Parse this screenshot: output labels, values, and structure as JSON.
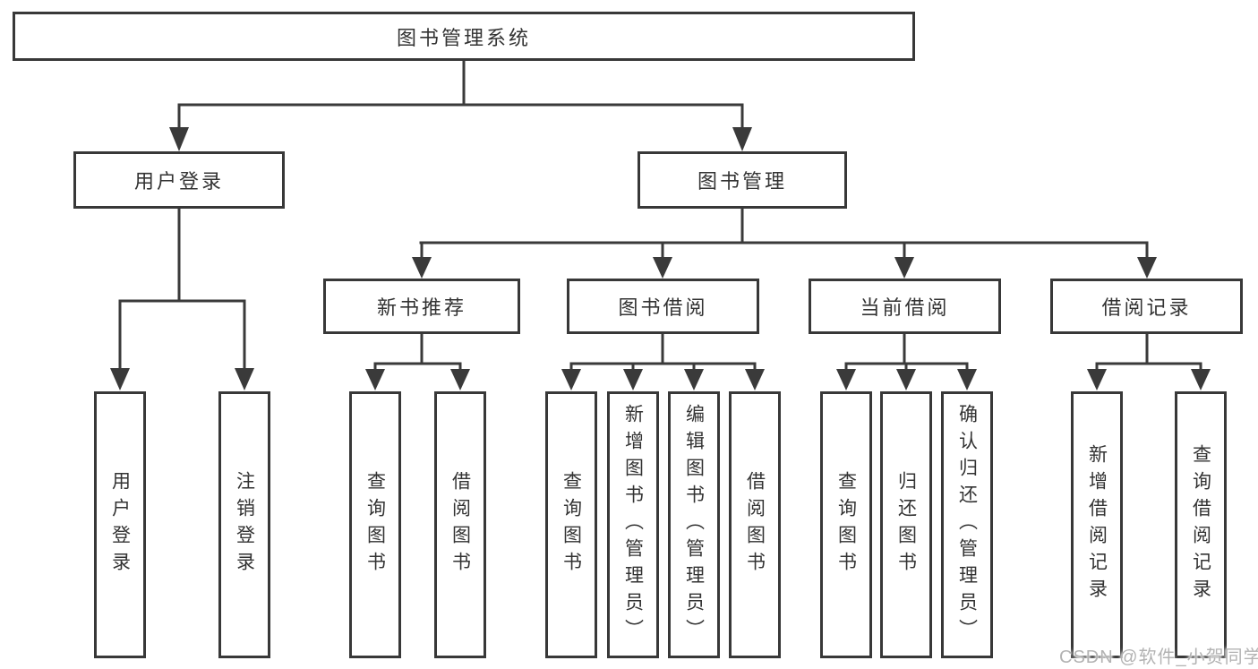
{
  "nodes": {
    "root": {
      "label": "图书管理系统"
    },
    "level2": [
      {
        "key": "user-login",
        "label": "用户登录",
        "parent": "图书管理系统"
      },
      {
        "key": "book-management",
        "label": "图书管理",
        "parent": "图书管理系统"
      }
    ],
    "level3": [
      {
        "key": "new-book-recommend",
        "label": "新书推荐",
        "parent": "图书管理"
      },
      {
        "key": "book-borrow",
        "label": "图书借阅",
        "parent": "图书管理"
      },
      {
        "key": "current-borrow",
        "label": "当前借阅",
        "parent": "图书管理"
      },
      {
        "key": "borrow-records",
        "label": "借阅记录",
        "parent": "图书管理"
      }
    ],
    "leaves": [
      {
        "key": "user-login-leaf",
        "label": "用户登录",
        "parent": "用户登录"
      },
      {
        "key": "logout-leaf",
        "label": "注销登录",
        "parent": "用户登录"
      },
      {
        "key": "recommend-query-books",
        "label": "查询图书",
        "parent": "新书推荐"
      },
      {
        "key": "recommend-borrow-books",
        "label": "借阅图书",
        "parent": "新书推荐"
      },
      {
        "key": "borrow-query-books",
        "label": "查询图书",
        "parent": "图书借阅"
      },
      {
        "key": "borrow-add-books-admin",
        "label": "新增图书（管理员）",
        "parent": "图书借阅"
      },
      {
        "key": "borrow-edit-books-admin",
        "label": "编辑图书（管理员）",
        "parent": "图书借阅"
      },
      {
        "key": "borrow-borrow-books",
        "label": "借阅图书",
        "parent": "图书借阅"
      },
      {
        "key": "current-query-books",
        "label": "查询图书",
        "parent": "当前借阅"
      },
      {
        "key": "current-return-books",
        "label": "归还图书",
        "parent": "当前借阅"
      },
      {
        "key": "current-confirm-return-admin",
        "label": "确认归还（管理员）",
        "parent": "当前借阅"
      },
      {
        "key": "records-add-record",
        "label": "新增借阅记录",
        "parent": "借阅记录"
      },
      {
        "key": "records-query-record",
        "label": "查询借阅记录",
        "parent": "借阅记录"
      }
    ]
  },
  "watermark": {
    "text": "CSDN @软件_小贺同学",
    "color": "#b3b3b3"
  },
  "colors": {
    "background": "#ffffff",
    "line": "#3a3a3a",
    "box_border": "#383838",
    "text": "#333333"
  }
}
